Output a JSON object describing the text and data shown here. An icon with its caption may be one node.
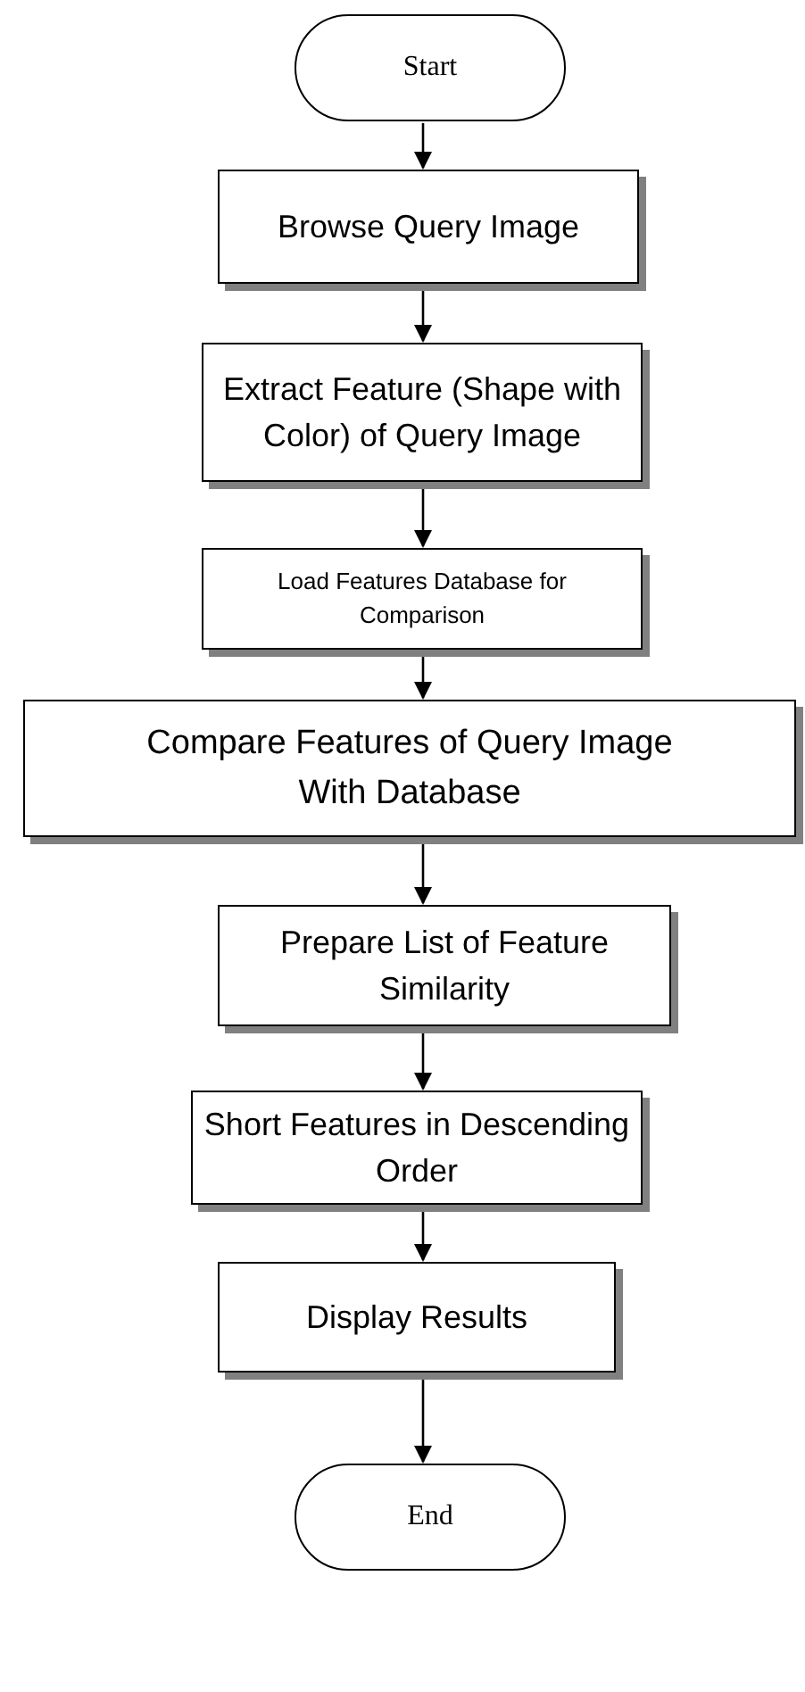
{
  "diagram": {
    "nodes": [
      {
        "text": [
          "Start"
        ]
      },
      {
        "text": [
          "Browse Query Image"
        ]
      },
      {
        "text": [
          "Extract Feature (Shape with Color) of Query Image"
        ]
      },
      {
        "text": [
          "Load Features Database for Comparison"
        ]
      },
      {
        "text": [
          "Compare Features of Query Image With Database"
        ]
      },
      {
        "text": [
          "Prepare List of Feature Similarity"
        ]
      },
      {
        "text": [
          "Short Features in Descending Order"
        ]
      },
      {
        "text": [
          "Display Results"
        ]
      },
      {
        "text": [
          "End"
        ]
      }
    ],
    "edges": [
      {
        "from": 0,
        "to": 1,
        "arrow": "to"
      },
      {
        "from": 1,
        "to": 2,
        "arrow": "to"
      },
      {
        "from": 2,
        "to": 3,
        "arrow": "to"
      },
      {
        "from": 3,
        "to": 4,
        "arrow": "to"
      },
      {
        "from": 4,
        "to": 5,
        "arrow": "to"
      },
      {
        "from": 5,
        "to": 6,
        "arrow": "to"
      },
      {
        "from": 6,
        "to": 7,
        "arrow": "to"
      },
      {
        "from": 7,
        "to": 8,
        "arrow": "to"
      }
    ]
  }
}
